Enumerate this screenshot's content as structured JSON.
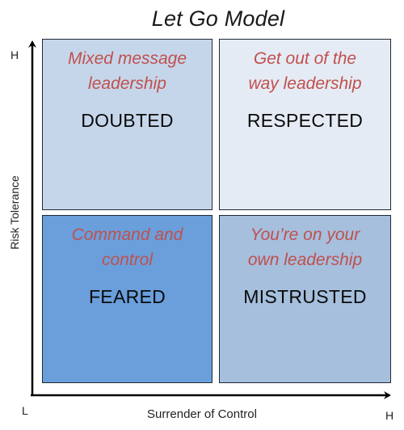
{
  "title": "Let Go Model",
  "axes": {
    "x_label": "Surrender of Control",
    "y_label": "Risk Tolerance",
    "origin_label": "L",
    "x_high_label": "H",
    "y_high_label": "H"
  },
  "quadrants": {
    "top_left": {
      "caption_line1": "Mixed message",
      "caption_line2": "leadership",
      "state": "DOUBTED",
      "fill": "#c6d6ea"
    },
    "top_right": {
      "caption_line1": "Get out of the",
      "caption_line2": "way leadership",
      "state": "RESPECTED",
      "fill": "#e5ebf4"
    },
    "bottom_left": {
      "caption_line1": "Command and",
      "caption_line2": "control",
      "state": "FEARED",
      "fill": "#6a9fdc"
    },
    "bottom_right": {
      "caption_line1": "You’re on your",
      "caption_line2": "own leadership",
      "state": "MISTRUSTED",
      "fill": "#a5bfdd"
    }
  },
  "colors": {
    "caption": "#c0504d",
    "state_text": "#0a0a0a",
    "border": "#1f2a38",
    "axis": "#000000"
  }
}
